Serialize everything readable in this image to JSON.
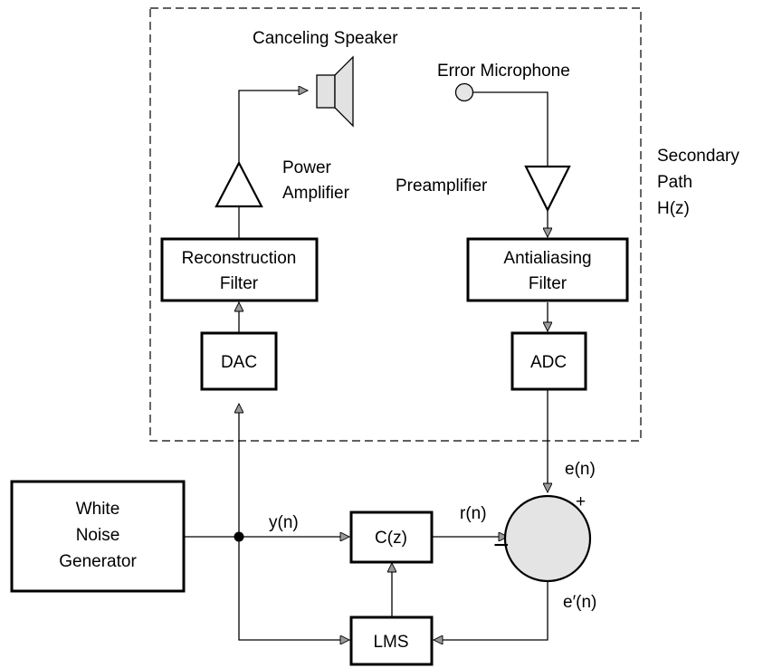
{
  "speaker_label": "Canceling Speaker",
  "mic_label": "Error Microphone",
  "secondary_path": {
    "line1": "Secondary",
    "line2": "Path",
    "line3": "H(z)"
  },
  "power_amp": {
    "line1": "Power",
    "line2": "Amplifier"
  },
  "preamp_label": "Preamplifier",
  "recon_filter": {
    "line1": "Reconstruction",
    "line2": "Filter"
  },
  "aa_filter": {
    "line1": "Antialiasing",
    "line2": "Filter"
  },
  "dac_label": "DAC",
  "adc_label": "ADC",
  "wng": {
    "line1": "White",
    "line2": "Noise",
    "line3": "Generator"
  },
  "cz_label": "C(z)",
  "lms_label": "LMS",
  "signals": {
    "y": "y(n)",
    "r": "r(n)",
    "e": "e(n)",
    "eprime": "e′(n)"
  },
  "summer": {
    "plus": "+",
    "minus": "−"
  }
}
